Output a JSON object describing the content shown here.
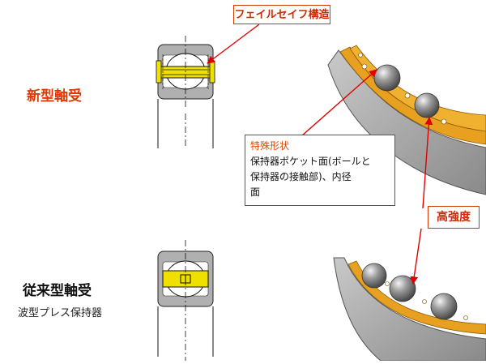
{
  "labels": {
    "failsafe": "フェイルセイフ構造",
    "new_bearing": "新型軸受",
    "conventional_bearing": "従来型軸受",
    "conventional_sub": "波型プレス保持器",
    "special_title": "特殊形状",
    "special_body_1": "保持器ポケット面(ボールと",
    "special_body_2": "保持器の接触部)、内径",
    "special_body_3": "面",
    "high_strength": "高強度"
  },
  "colors": {
    "accent_red": "#e03800",
    "cage_yellow": "#f0e000",
    "cage_orange": "#e8a020",
    "ring_gray": "#a8a8a8",
    "ball_gray": "#909090"
  }
}
